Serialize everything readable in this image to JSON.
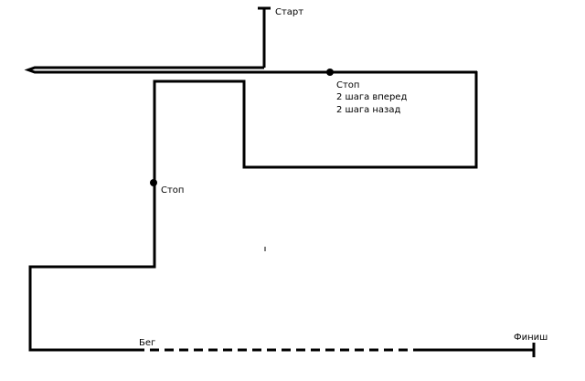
{
  "diagram": {
    "start_label": "Старт",
    "stop_label_1": "Стоп",
    "step_forward_label": "2 шага вперед",
    "step_back_label": "2 шага назад",
    "stop_label_2": "Стоп",
    "run_label": "Бег",
    "finish_label": "Финиш"
  },
  "colors": {
    "line": "#000000",
    "background": "#ffffff"
  }
}
